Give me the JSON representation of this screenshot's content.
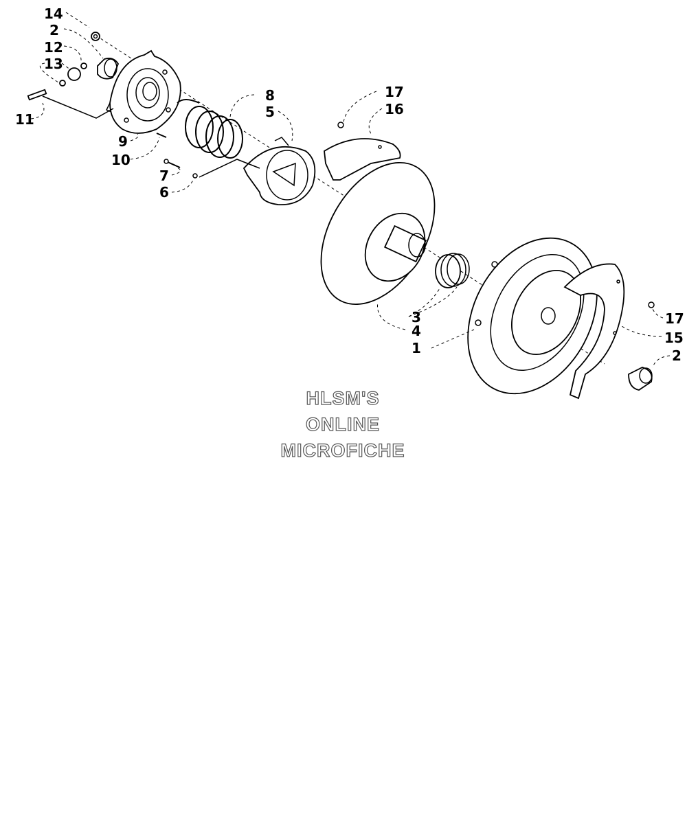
{
  "callouts": [
    {
      "text": "14"
    },
    {
      "text": "2"
    },
    {
      "text": "12"
    },
    {
      "text": "13"
    },
    {
      "text": "11"
    },
    {
      "text": "9"
    },
    {
      "text": "10"
    },
    {
      "text": "7"
    },
    {
      "text": "6"
    },
    {
      "text": "8"
    },
    {
      "text": "5"
    },
    {
      "text": "17"
    },
    {
      "text": "16"
    },
    {
      "text": "3"
    },
    {
      "text": "4"
    },
    {
      "text": "1"
    },
    {
      "text": "17"
    },
    {
      "text": "15"
    },
    {
      "text": "2"
    }
  ],
  "watermark": {
    "line1": "HLSM'S",
    "line2": "ONLINE",
    "line3": "MICROFICHE"
  }
}
